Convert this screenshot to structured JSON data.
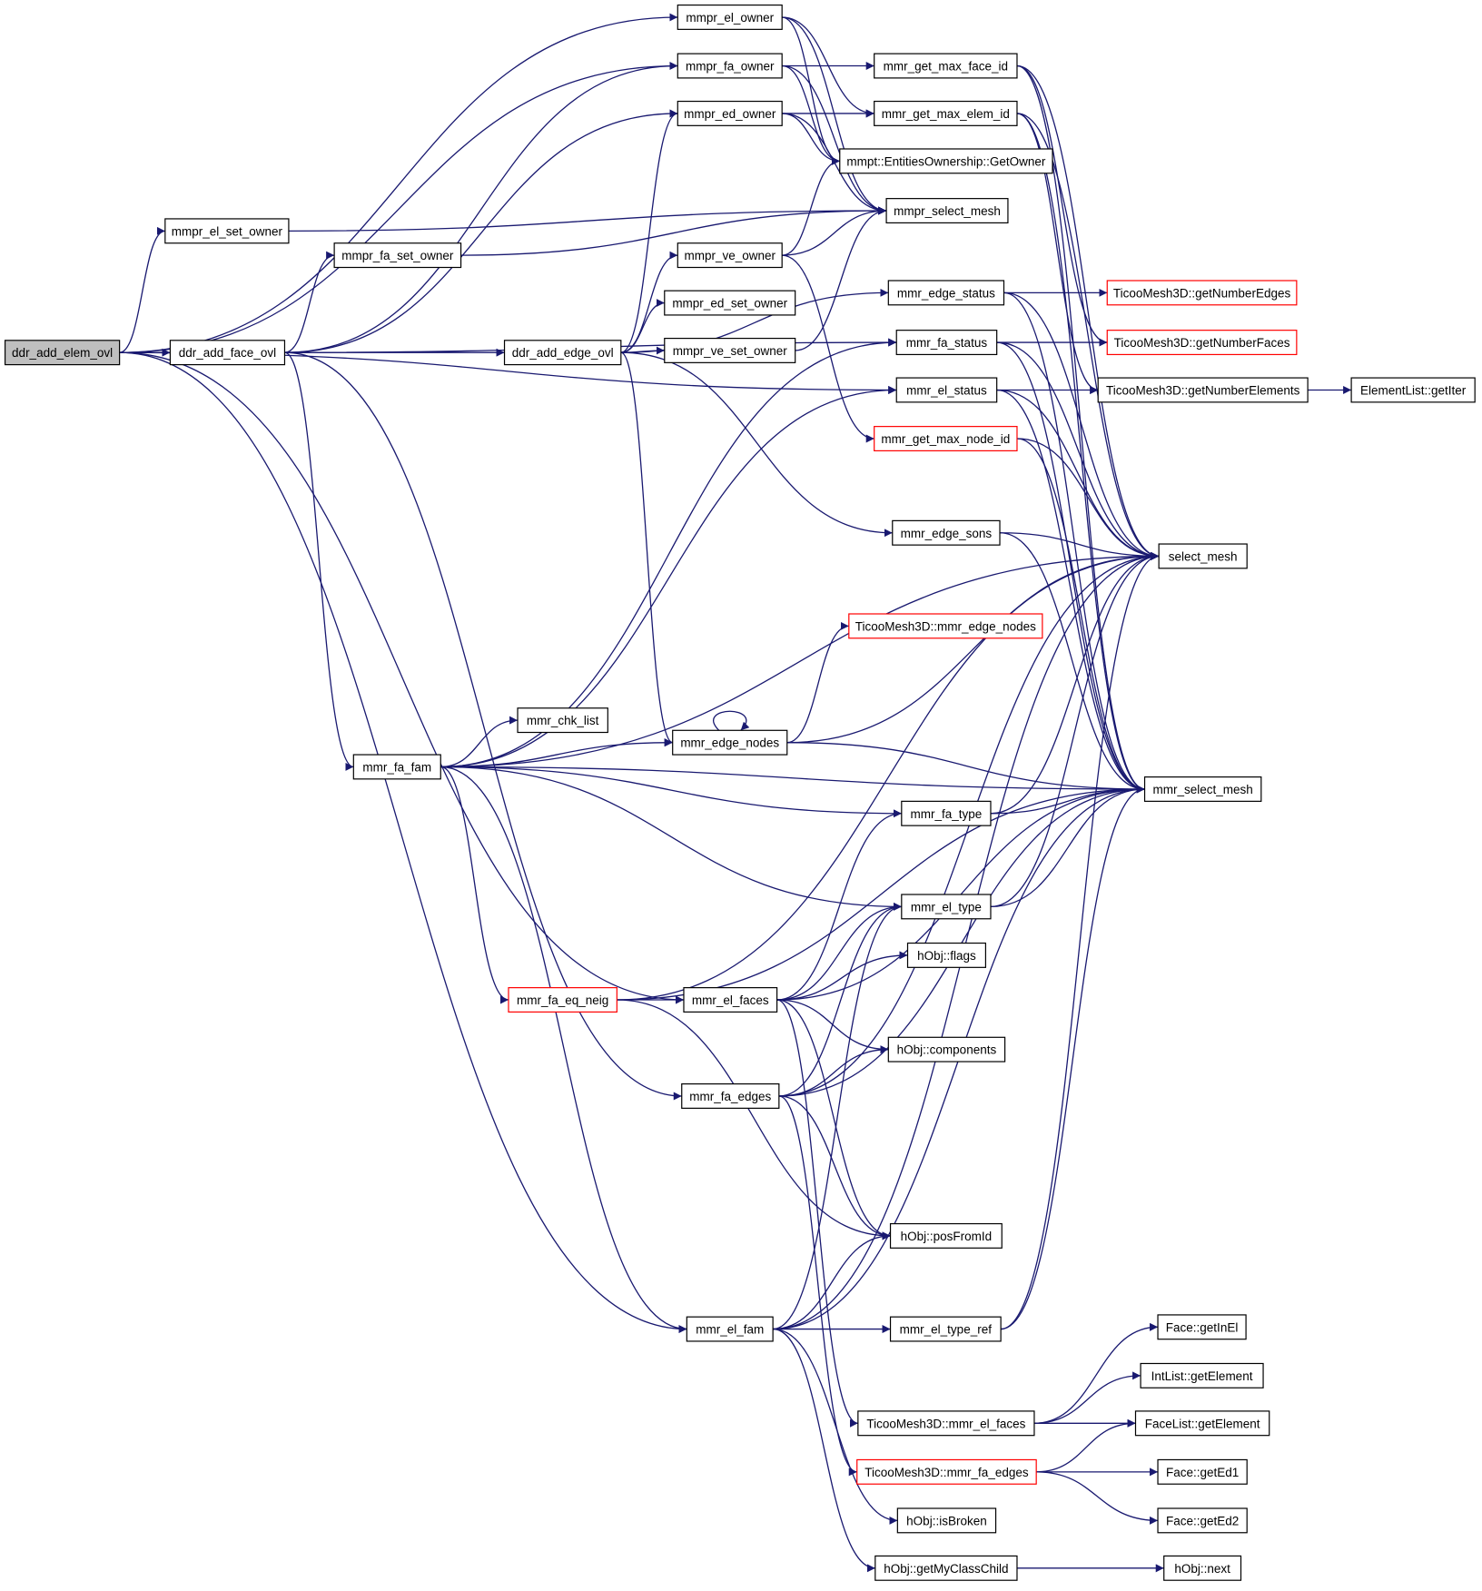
{
  "colors": {
    "edge": "#191970",
    "node_border": "#000000",
    "node_fill": "#ffffff",
    "truncated_border": "#ff0000",
    "root_fill": "#bfbfbf"
  },
  "nodes": [
    {
      "id": "ddr_add_elem_ovl",
      "label": "ddr_add_elem_ovl",
      "root": true
    },
    {
      "id": "ddr_add_face_ovl",
      "label": "ddr_add_face_ovl"
    },
    {
      "id": "ddr_add_edge_ovl",
      "label": "ddr_add_edge_ovl"
    },
    {
      "id": "mmpr_el_owner",
      "label": "mmpr_el_owner"
    },
    {
      "id": "mmpr_fa_owner",
      "label": "mmpr_fa_owner"
    },
    {
      "id": "mmpr_ed_owner",
      "label": "mmpr_ed_owner"
    },
    {
      "id": "mmpr_el_set_owner",
      "label": "mmpr_el_set_owner"
    },
    {
      "id": "mmpr_fa_set_owner",
      "label": "mmpr_fa_set_owner"
    },
    {
      "id": "mmpr_ve_owner",
      "label": "mmpr_ve_owner"
    },
    {
      "id": "mmpr_ed_set_owner",
      "label": "mmpr_ed_set_owner"
    },
    {
      "id": "mmpr_ve_set_owner",
      "label": "mmpr_ve_set_owner"
    },
    {
      "id": "mmr_get_max_face_id",
      "label": "mmr_get_max_face_id"
    },
    {
      "id": "mmr_get_max_elem_id",
      "label": "mmr_get_max_elem_id"
    },
    {
      "id": "GetOwner",
      "label": "mmpt::EntitiesOwnership::GetOwner"
    },
    {
      "id": "mmpr_select_mesh",
      "label": "mmpr_select_mesh"
    },
    {
      "id": "mmr_edge_status",
      "label": "mmr_edge_status"
    },
    {
      "id": "mmr_fa_status",
      "label": "mmr_fa_status"
    },
    {
      "id": "mmr_el_status",
      "label": "mmr_el_status"
    },
    {
      "id": "mmr_get_max_node_id",
      "label": "mmr_get_max_node_id",
      "truncated": true
    },
    {
      "id": "mmr_edge_sons",
      "label": "mmr_edge_sons"
    },
    {
      "id": "mmr_edge_nodes_tm",
      "label": "TicooMesh3D::mmr_edge_nodes",
      "truncated": true
    },
    {
      "id": "mmr_chk_list",
      "label": "mmr_chk_list"
    },
    {
      "id": "mmr_edge_nodes",
      "label": "mmr_edge_nodes"
    },
    {
      "id": "mmr_fa_fam",
      "label": "mmr_fa_fam"
    },
    {
      "id": "mmr_fa_type",
      "label": "mmr_fa_type"
    },
    {
      "id": "mmr_el_type",
      "label": "mmr_el_type"
    },
    {
      "id": "hObj_flags",
      "label": "hObj::flags"
    },
    {
      "id": "mmr_fa_eq_neig",
      "label": "mmr_fa_eq_neig",
      "truncated": true
    },
    {
      "id": "mmr_el_faces",
      "label": "mmr_el_faces"
    },
    {
      "id": "hObj_components",
      "label": "hObj::components"
    },
    {
      "id": "mmr_fa_edges",
      "label": "mmr_fa_edges"
    },
    {
      "id": "hObj_posFromId",
      "label": "hObj::posFromId"
    },
    {
      "id": "mmr_el_fam",
      "label": "mmr_el_fam"
    },
    {
      "id": "mmr_el_type_ref",
      "label": "mmr_el_type_ref"
    },
    {
      "id": "tm_mmr_el_faces",
      "label": "TicooMesh3D::mmr_el_faces"
    },
    {
      "id": "tm_mmr_fa_edges",
      "label": "TicooMesh3D::mmr_fa_edges",
      "truncated": true
    },
    {
      "id": "hObj_isBroken",
      "label": "hObj::isBroken"
    },
    {
      "id": "hObj_getMyClassChild",
      "label": "hObj::getMyClassChild"
    },
    {
      "id": "getNumberEdges",
      "label": "TicooMesh3D::getNumberEdges",
      "truncated": true
    },
    {
      "id": "getNumberFaces",
      "label": "TicooMesh3D::getNumberFaces",
      "truncated": true
    },
    {
      "id": "getNumberElements",
      "label": "TicooMesh3D::getNumberElements"
    },
    {
      "id": "ElementList_getIter",
      "label": "ElementList::getIter"
    },
    {
      "id": "select_mesh",
      "label": "select_mesh"
    },
    {
      "id": "mmr_select_mesh",
      "label": "mmr_select_mesh"
    },
    {
      "id": "Face_getInEl",
      "label": "Face::getInEl"
    },
    {
      "id": "IntList_getElement",
      "label": "IntList::getElement"
    },
    {
      "id": "FaceList_getElement",
      "label": "FaceList::getElement"
    },
    {
      "id": "Face_getEd1",
      "label": "Face::getEd1"
    },
    {
      "id": "Face_getEd2",
      "label": "Face::getEd2"
    },
    {
      "id": "hObj_next",
      "label": "hObj::next"
    }
  ],
  "edges": [
    [
      "ddr_add_elem_ovl",
      "mmpr_el_owner"
    ],
    [
      "ddr_add_elem_ovl",
      "mmpr_fa_owner"
    ],
    [
      "ddr_add_elem_ovl",
      "mmpr_el_set_owner"
    ],
    [
      "ddr_add_elem_ovl",
      "ddr_add_face_ovl"
    ],
    [
      "ddr_add_elem_ovl",
      "mmr_el_status"
    ],
    [
      "ddr_add_elem_ovl",
      "mmr_el_faces"
    ],
    [
      "ddr_add_elem_ovl",
      "mmr_el_fam"
    ],
    [
      "ddr_add_face_ovl",
      "mmpr_fa_owner"
    ],
    [
      "ddr_add_face_ovl",
      "mmpr_ed_owner"
    ],
    [
      "ddr_add_face_ovl",
      "mmpr_fa_set_owner"
    ],
    [
      "ddr_add_face_ovl",
      "ddr_add_edge_ovl"
    ],
    [
      "ddr_add_face_ovl",
      "mmr_fa_status"
    ],
    [
      "ddr_add_face_ovl",
      "mmr_fa_fam"
    ],
    [
      "ddr_add_face_ovl",
      "mmr_fa_edges"
    ],
    [
      "ddr_add_edge_ovl",
      "mmpr_ed_owner"
    ],
    [
      "ddr_add_edge_ovl",
      "mmpr_ve_owner"
    ],
    [
      "ddr_add_edge_ovl",
      "mmpr_ed_set_owner"
    ],
    [
      "ddr_add_edge_ovl",
      "mmpr_ve_set_owner"
    ],
    [
      "ddr_add_edge_ovl",
      "mmr_edge_status"
    ],
    [
      "ddr_add_edge_ovl",
      "mmr_edge_sons"
    ],
    [
      "ddr_add_edge_ovl",
      "mmr_edge_nodes"
    ],
    [
      "mmpr_el_owner",
      "mmr_get_max_elem_id"
    ],
    [
      "mmpr_el_owner",
      "GetOwner"
    ],
    [
      "mmpr_el_owner",
      "mmpr_select_mesh"
    ],
    [
      "mmpr_fa_owner",
      "mmr_get_max_face_id"
    ],
    [
      "mmpr_fa_owner",
      "GetOwner"
    ],
    [
      "mmpr_fa_owner",
      "mmpr_select_mesh"
    ],
    [
      "mmpr_ed_owner",
      "mmr_get_max_elem_id"
    ],
    [
      "mmpr_ed_owner",
      "GetOwner"
    ],
    [
      "mmpr_ed_owner",
      "mmpr_select_mesh"
    ],
    [
      "mmpr_el_set_owner",
      "mmpr_select_mesh"
    ],
    [
      "mmpr_fa_set_owner",
      "mmpr_select_mesh"
    ],
    [
      "mmpr_ve_owner",
      "GetOwner"
    ],
    [
      "mmpr_ve_owner",
      "mmpr_select_mesh"
    ],
    [
      "mmpr_ve_owner",
      "mmr_get_max_node_id"
    ],
    [
      "mmpr_ve_set_owner",
      "mmpr_select_mesh"
    ],
    [
      "mmr_get_max_face_id",
      "getNumberFaces"
    ],
    [
      "mmr_get_max_face_id",
      "select_mesh"
    ],
    [
      "mmr_get_max_face_id",
      "mmr_select_mesh"
    ],
    [
      "mmr_get_max_elem_id",
      "getNumberElements"
    ],
    [
      "mmr_get_max_elem_id",
      "select_mesh"
    ],
    [
      "mmr_get_max_elem_id",
      "mmr_select_mesh"
    ],
    [
      "mmr_edge_status",
      "getNumberEdges"
    ],
    [
      "mmr_edge_status",
      "select_mesh"
    ],
    [
      "mmr_edge_status",
      "mmr_select_mesh"
    ],
    [
      "mmr_fa_status",
      "getNumberFaces"
    ],
    [
      "mmr_fa_status",
      "select_mesh"
    ],
    [
      "mmr_fa_status",
      "mmr_select_mesh"
    ],
    [
      "mmr_el_status",
      "getNumberElements"
    ],
    [
      "mmr_el_status",
      "select_mesh"
    ],
    [
      "mmr_el_status",
      "mmr_select_mesh"
    ],
    [
      "mmr_get_max_node_id",
      "select_mesh"
    ],
    [
      "mmr_get_max_node_id",
      "mmr_select_mesh"
    ],
    [
      "mmr_edge_sons",
      "select_mesh"
    ],
    [
      "mmr_edge_sons",
      "mmr_select_mesh"
    ],
    [
      "getNumberElements",
      "ElementList_getIter"
    ],
    [
      "mmr_fa_fam",
      "mmr_chk_list"
    ],
    [
      "mmr_fa_fam",
      "mmr_edge_nodes"
    ],
    [
      "mmr_fa_fam",
      "mmr_fa_status"
    ],
    [
      "mmr_fa_fam",
      "mmr_el_status"
    ],
    [
      "mmr_fa_fam",
      "select_mesh"
    ],
    [
      "mmr_fa_fam",
      "mmr_fa_type"
    ],
    [
      "mmr_fa_fam",
      "mmr_el_type"
    ],
    [
      "mmr_fa_fam",
      "mmr_select_mesh"
    ],
    [
      "mmr_fa_fam",
      "mmr_fa_eq_neig"
    ],
    [
      "mmr_fa_fam",
      "mmr_el_fam"
    ],
    [
      "mmr_edge_nodes",
      "mmr_edge_nodes"
    ],
    [
      "mmr_edge_nodes",
      "mmr_edge_nodes_tm"
    ],
    [
      "mmr_edge_nodes",
      "select_mesh"
    ],
    [
      "mmr_edge_nodes",
      "mmr_select_mesh"
    ],
    [
      "mmr_fa_type",
      "select_mesh"
    ],
    [
      "mmr_fa_type",
      "mmr_select_mesh"
    ],
    [
      "mmr_el_type",
      "select_mesh"
    ],
    [
      "mmr_el_type",
      "mmr_select_mesh"
    ],
    [
      "mmr_fa_eq_neig",
      "mmr_el_faces"
    ],
    [
      "mmr_fa_eq_neig",
      "select_mesh"
    ],
    [
      "mmr_fa_eq_neig",
      "hObj_posFromId"
    ],
    [
      "mmr_fa_eq_neig",
      "mmr_select_mesh"
    ],
    [
      "mmr_el_faces",
      "mmr_fa_type"
    ],
    [
      "mmr_el_faces",
      "mmr_el_type"
    ],
    [
      "mmr_el_faces",
      "hObj_flags"
    ],
    [
      "mmr_el_faces",
      "hObj_components"
    ],
    [
      "mmr_el_faces",
      "mmr_select_mesh"
    ],
    [
      "mmr_el_faces",
      "hObj_posFromId"
    ],
    [
      "mmr_el_faces",
      "tm_mmr_el_faces"
    ],
    [
      "mmr_fa_edges",
      "mmr_el_type"
    ],
    [
      "mmr_fa_edges",
      "hObj_components"
    ],
    [
      "mmr_fa_edges",
      "select_mesh"
    ],
    [
      "mmr_fa_edges",
      "mmr_select_mesh"
    ],
    [
      "mmr_fa_edges",
      "hObj_posFromId"
    ],
    [
      "mmr_fa_edges",
      "tm_mmr_fa_edges"
    ],
    [
      "mmr_el_fam",
      "mmr_el_type"
    ],
    [
      "mmr_el_fam",
      "select_mesh"
    ],
    [
      "mmr_el_fam",
      "hObj_posFromId"
    ],
    [
      "mmr_el_fam",
      "mmr_el_type_ref"
    ],
    [
      "mmr_el_fam",
      "mmr_select_mesh"
    ],
    [
      "mmr_el_fam",
      "hObj_isBroken"
    ],
    [
      "mmr_el_fam",
      "hObj_getMyClassChild"
    ],
    [
      "mmr_el_type_ref",
      "select_mesh"
    ],
    [
      "mmr_el_type_ref",
      "mmr_select_mesh"
    ],
    [
      "tm_mmr_el_faces",
      "Face_getInEl"
    ],
    [
      "tm_mmr_el_faces",
      "IntList_getElement"
    ],
    [
      "tm_mmr_el_faces",
      "FaceList_getElement"
    ],
    [
      "tm_mmr_fa_edges",
      "FaceList_getElement"
    ],
    [
      "tm_mmr_fa_edges",
      "Face_getEd1"
    ],
    [
      "tm_mmr_fa_edges",
      "Face_getEd2"
    ],
    [
      "hObj_getMyClassChild",
      "hObj_next"
    ]
  ]
}
